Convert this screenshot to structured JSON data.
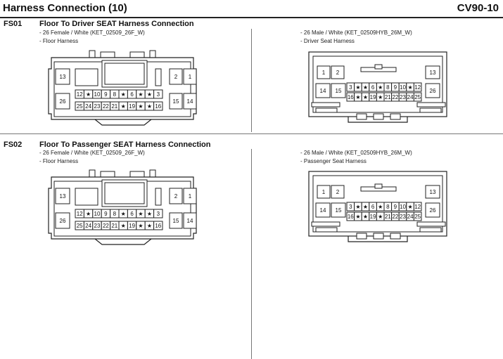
{
  "header": {
    "title": "Harness Connection (10)",
    "code": "CV90-10"
  },
  "sections": [
    {
      "id": "FS01",
      "title": "Floor To Driver SEAT Harness Connection",
      "female": {
        "spec": "- 26 Female / White (KET_02509_26F_W)",
        "harness": "- Floor Harness"
      },
      "male": {
        "spec": "- 26 Male / White (KET_02509HYB_26M_W)",
        "harness": "- Driver Seat Harness"
      }
    },
    {
      "id": "FS02",
      "title": "Floor To Passenger SEAT Harness Connection",
      "female": {
        "spec": "- 26 Female / White (KET_02509_26F_W)",
        "harness": "- Floor Harness"
      },
      "male": {
        "spec": "- 26 Male / White (KET_02509HYB_26M_W)",
        "harness": "- Passenger Seat Harness"
      }
    }
  ],
  "female_pins": {
    "big_left_top": "13",
    "big_left_bottom": "26",
    "right_top": [
      "2",
      "1"
    ],
    "right_bottom": [
      "15",
      "14"
    ],
    "row1": [
      "12",
      "★",
      "10",
      "9",
      "8",
      "★",
      "6",
      "★",
      "★",
      "3"
    ],
    "row2": [
      "25",
      "24",
      "23",
      "22",
      "21",
      "★",
      "19",
      "★",
      "★",
      "16"
    ]
  },
  "male_pins": {
    "top_left": [
      "1",
      "2"
    ],
    "top_right": "13",
    "mid_left": [
      "14",
      "15"
    ],
    "mid_right": "26",
    "row1": [
      "3",
      "★",
      "★",
      "6",
      "★",
      "8",
      "9",
      "10",
      "★",
      "12"
    ],
    "row2": [
      "16",
      "★",
      "★",
      "19",
      "★",
      "21",
      "22",
      "23",
      "24",
      "25"
    ]
  }
}
